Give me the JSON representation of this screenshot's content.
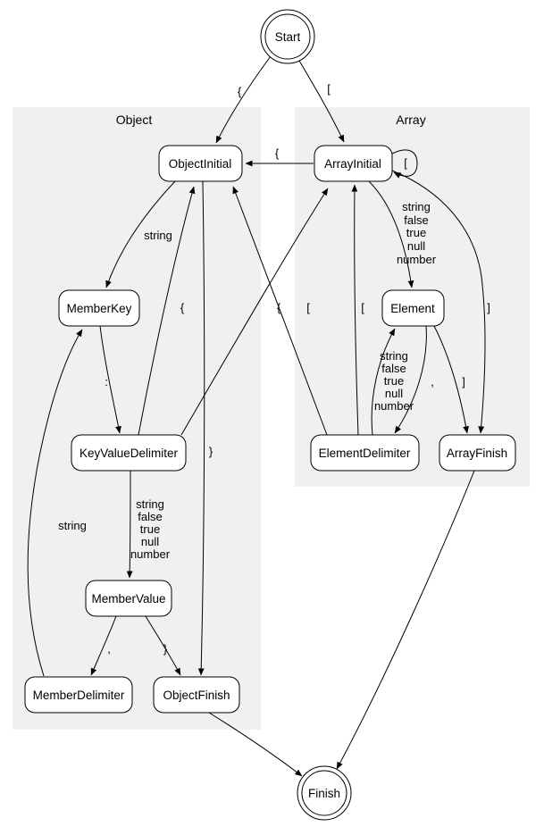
{
  "clusters": {
    "object": {
      "label": "Object"
    },
    "array": {
      "label": "Array"
    }
  },
  "nodes": {
    "start": {
      "label": "Start",
      "shape": "doublecircle"
    },
    "finish": {
      "label": "Finish",
      "shape": "doublecircle"
    },
    "objectInitial": {
      "label": "ObjectInitial",
      "shape": "rounded-box"
    },
    "memberKey": {
      "label": "MemberKey",
      "shape": "rounded-box"
    },
    "keyValueDelimiter": {
      "label": "KeyValueDelimiter",
      "shape": "rounded-box"
    },
    "memberValue": {
      "label": "MemberValue",
      "shape": "rounded-box"
    },
    "memberDelimiter": {
      "label": "MemberDelimiter",
      "shape": "rounded-box"
    },
    "objectFinish": {
      "label": "ObjectFinish",
      "shape": "rounded-box"
    },
    "arrayInitial": {
      "label": "ArrayInitial",
      "shape": "rounded-box"
    },
    "element": {
      "label": "Element",
      "shape": "rounded-box"
    },
    "elementDelimiter": {
      "label": "ElementDelimiter",
      "shape": "rounded-box"
    },
    "arrayFinish": {
      "label": "ArrayFinish",
      "shape": "rounded-box"
    }
  },
  "edges": [
    {
      "from": "Start",
      "to": "ObjectInitial",
      "label": "{"
    },
    {
      "from": "Start",
      "to": "ArrayInitial",
      "label": "["
    },
    {
      "from": "ArrayInitial",
      "to": "ObjectInitial",
      "label": "{"
    },
    {
      "from": "ArrayInitial",
      "to": "ArrayInitial",
      "label": "["
    },
    {
      "from": "ArrayInitial",
      "to": "Element",
      "label_lines": [
        "string",
        "false",
        "true",
        "null",
        "number"
      ]
    },
    {
      "from": "ArrayInitial",
      "to": "ArrayFinish",
      "label": "]"
    },
    {
      "from": "ObjectInitial",
      "to": "MemberKey",
      "label": "string"
    },
    {
      "from": "ObjectInitial",
      "to": "ObjectFinish",
      "label": "}"
    },
    {
      "from": "MemberKey",
      "to": "KeyValueDelimiter",
      "label": ":"
    },
    {
      "from": "KeyValueDelimiter",
      "to": "MemberValue",
      "label_lines": [
        "string",
        "false",
        "true",
        "null",
        "number"
      ]
    },
    {
      "from": "KeyValueDelimiter",
      "to": "ObjectInitial",
      "label": "{"
    },
    {
      "from": "KeyValueDelimiter",
      "to": "ArrayInitial",
      "label": "["
    },
    {
      "from": "MemberValue",
      "to": "MemberDelimiter",
      "label": ","
    },
    {
      "from": "MemberValue",
      "to": "ObjectFinish",
      "label": "}"
    },
    {
      "from": "MemberDelimiter",
      "to": "MemberKey",
      "label": "string"
    },
    {
      "from": "Element",
      "to": "ElementDelimiter",
      "label": ","
    },
    {
      "from": "Element",
      "to": "ArrayFinish",
      "label": "]"
    },
    {
      "from": "ElementDelimiter",
      "to": "Element",
      "label_lines": [
        "string",
        "false",
        "true",
        "null",
        "number"
      ]
    },
    {
      "from": "ElementDelimiter",
      "to": "ObjectInitial",
      "label": "{"
    },
    {
      "from": "ElementDelimiter",
      "to": "ArrayInitial",
      "label": "["
    },
    {
      "from": "ObjectFinish",
      "to": "Finish"
    },
    {
      "from": "ArrayFinish",
      "to": "Finish"
    }
  ],
  "colors": {
    "background": "#ffffff",
    "cluster_fill": "#f0f0f0",
    "node_fill": "#ffffff",
    "stroke": "#000000",
    "text": "#000000"
  }
}
